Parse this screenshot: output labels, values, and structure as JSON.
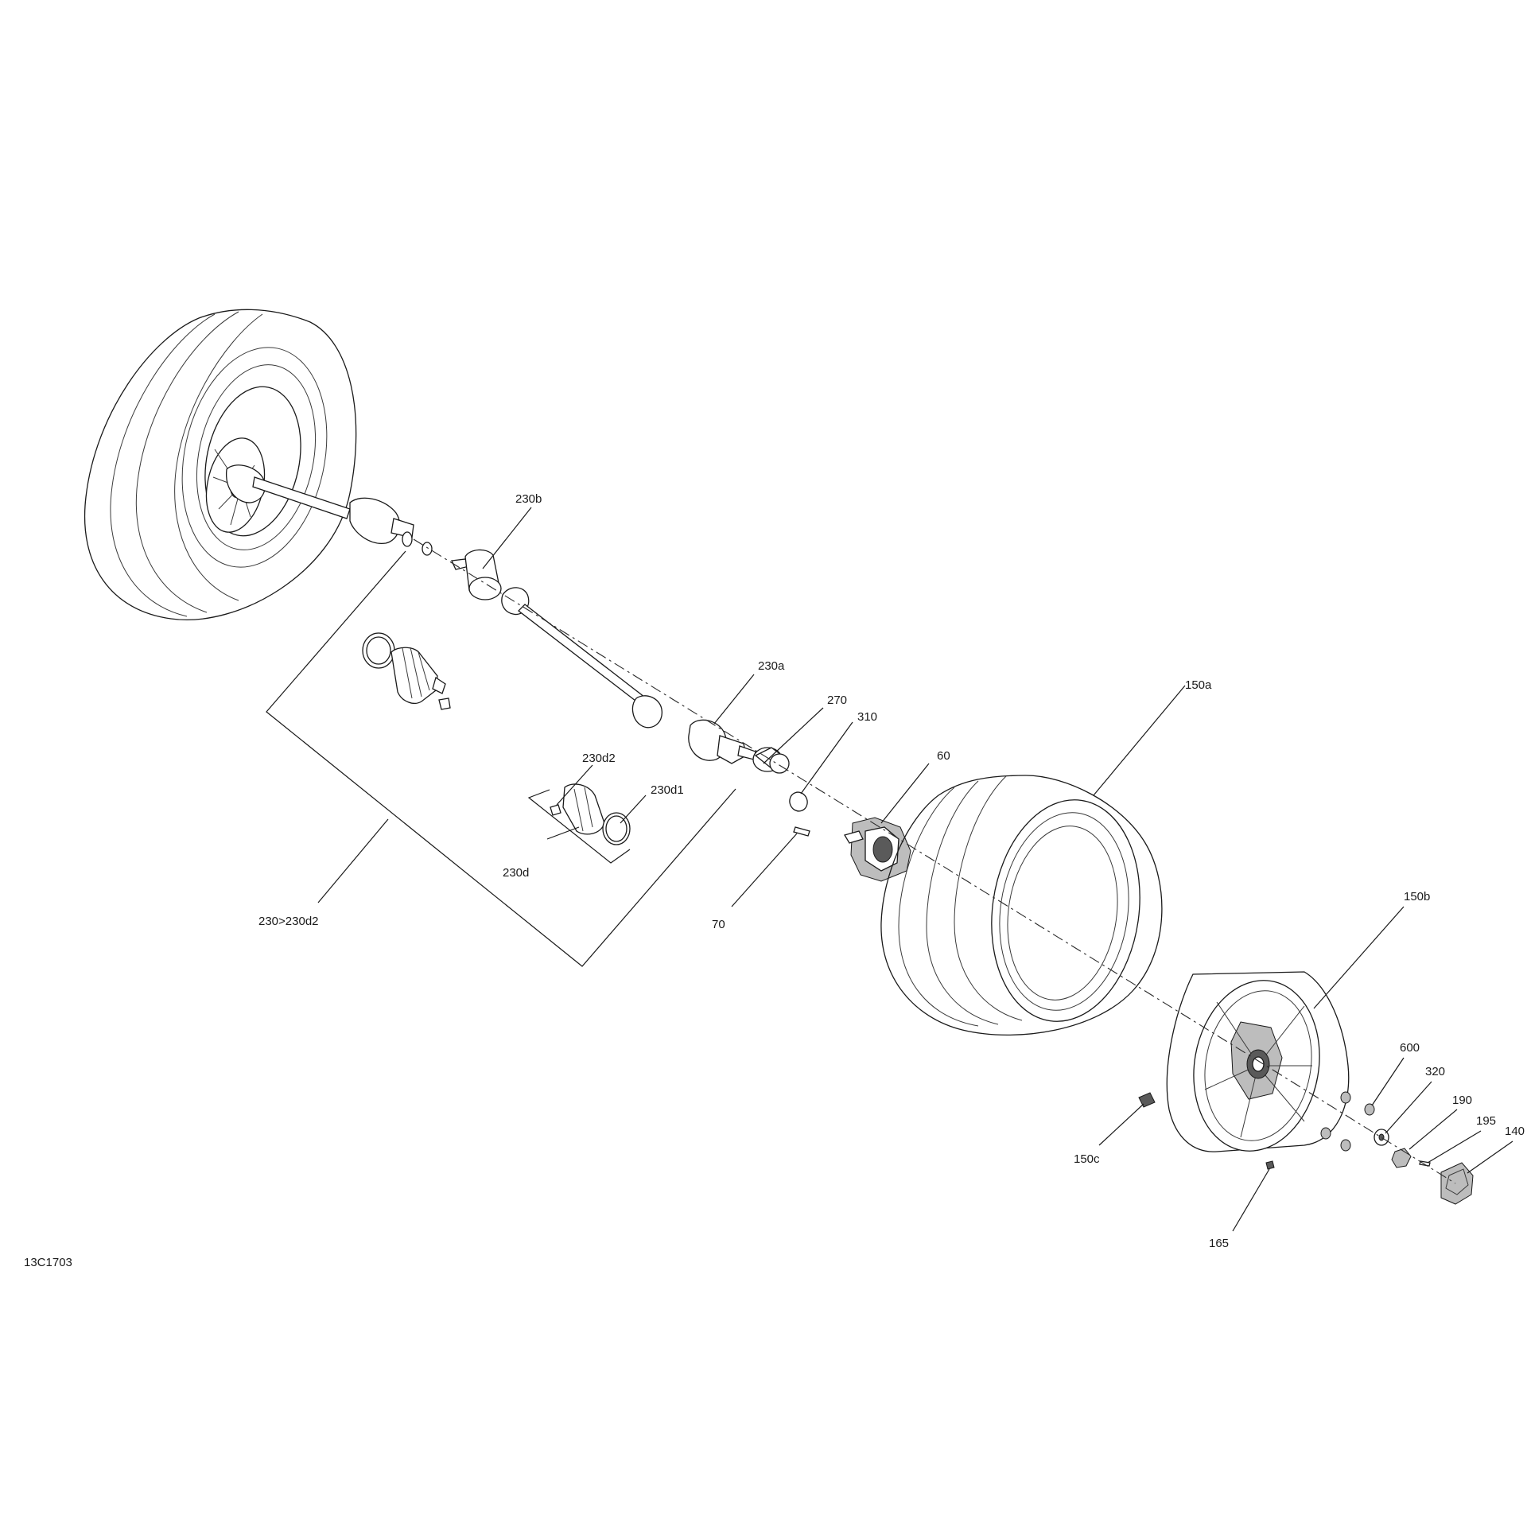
{
  "drawing_number": "13C1703",
  "callouts": {
    "c230b": "230b",
    "c230a": "230a",
    "c270": "270",
    "c310": "310",
    "c60": "60",
    "c150a": "150a",
    "c230d2": "230d2",
    "c230d1": "230d1",
    "c230d": "230d",
    "c230range": "230>230d2",
    "c70": "70",
    "c150b": "150b",
    "c600": "600",
    "c320": "320",
    "c190": "190",
    "c195": "195",
    "c140": "140",
    "c150c": "150c",
    "c165": "165"
  }
}
